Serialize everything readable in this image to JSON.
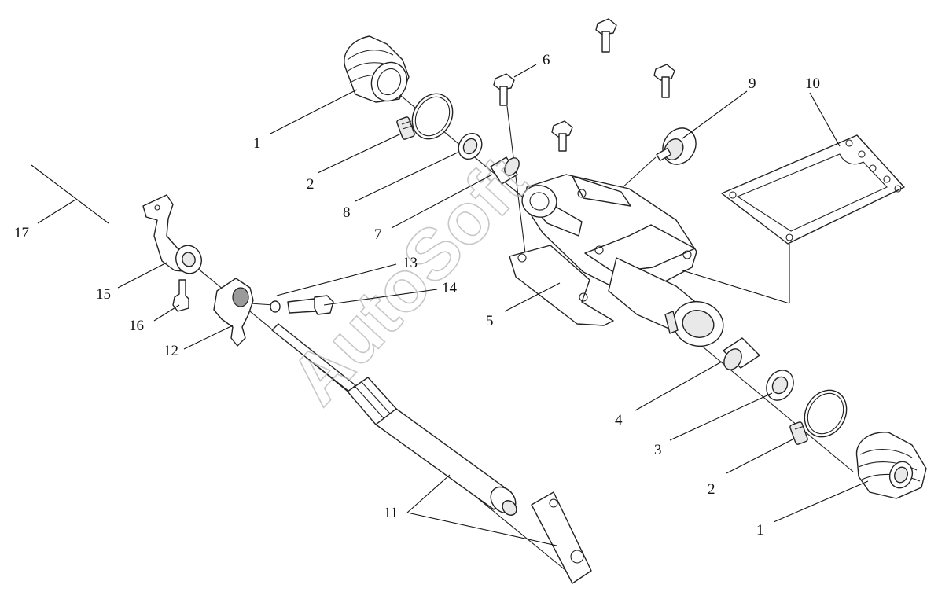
{
  "watermark": "AutoSoft",
  "callouts": {
    "c1a": "1",
    "c1b": "1",
    "c2a": "2",
    "c2b": "2",
    "c3": "3",
    "c4": "4",
    "c5": "5",
    "c6": "6",
    "c7": "7",
    "c8": "8",
    "c9": "9",
    "c10": "10",
    "c11": "11",
    "c12": "12",
    "c13": "13",
    "c14": "14",
    "c15": "15",
    "c16": "16",
    "c17": "17"
  }
}
